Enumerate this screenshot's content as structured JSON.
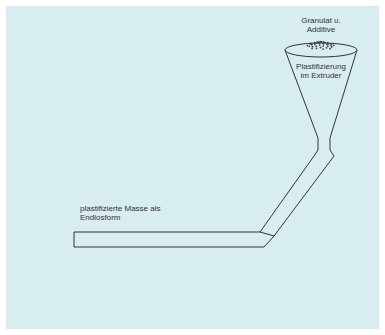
{
  "diagram": {
    "labels": [
      "Granulat u. Additive",
      "Plastifizierung im Extruder",
      "plastifizierte Masse als Endlosform"
    ]
  }
}
